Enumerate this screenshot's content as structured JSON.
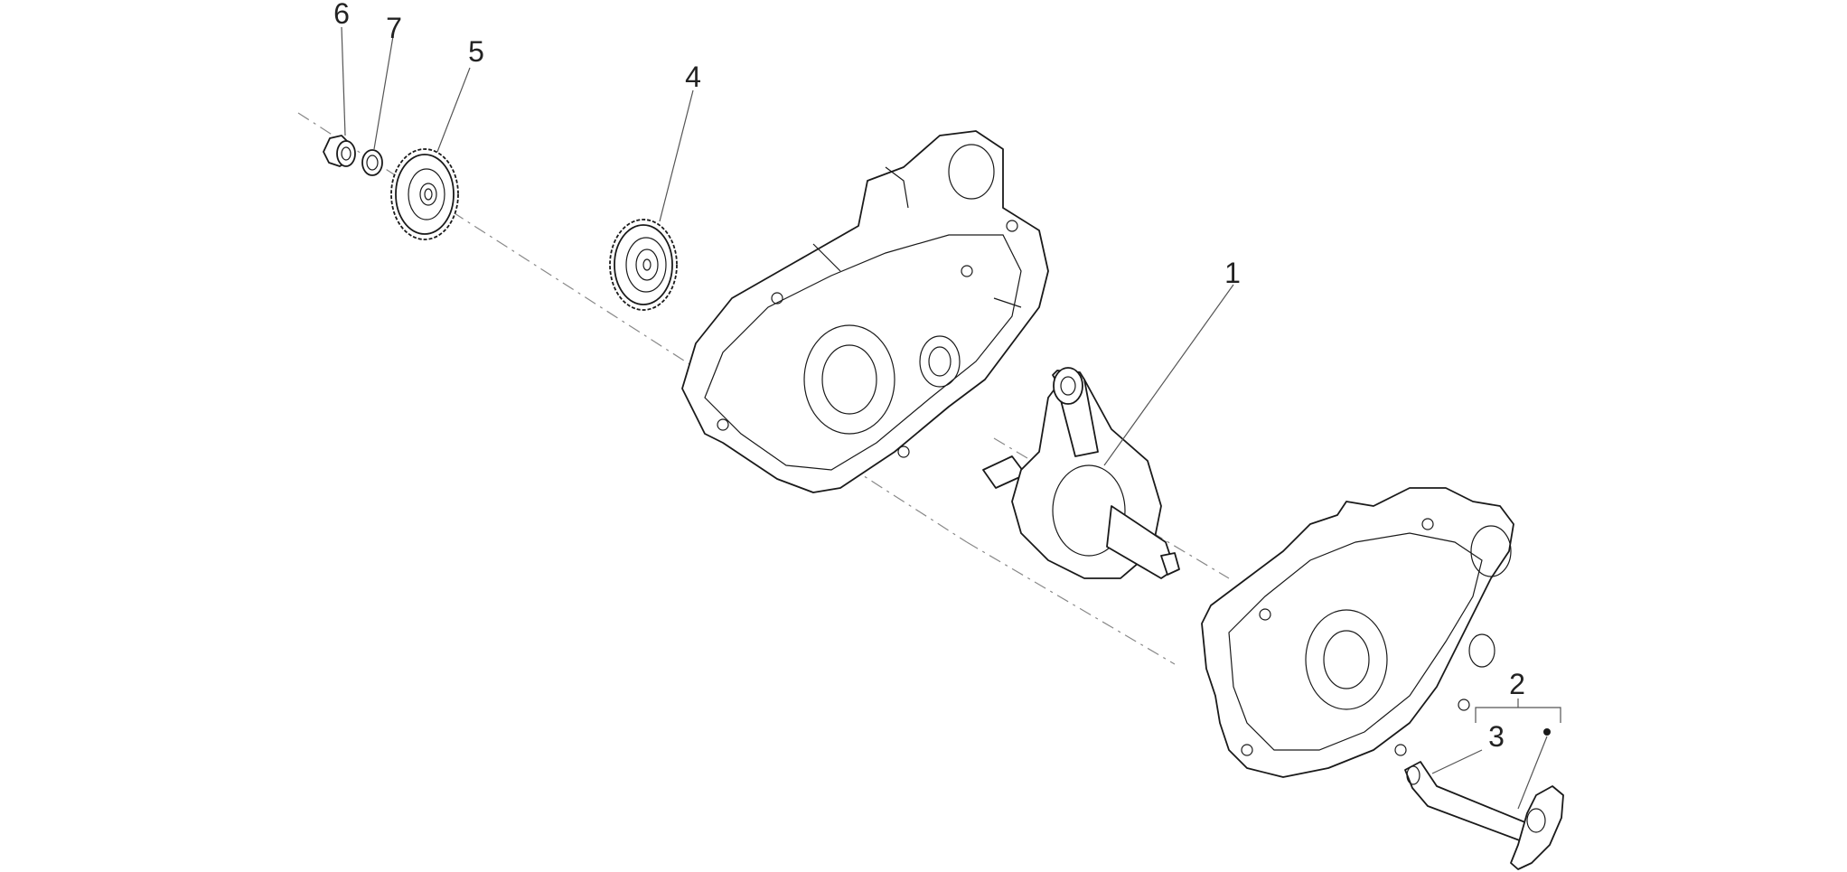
{
  "diagram": {
    "callouts": [
      {
        "id": "1",
        "label": "1"
      },
      {
        "id": "2",
        "label": "2"
      },
      {
        "id": "3",
        "label": "3"
      },
      {
        "id": "4",
        "label": "4"
      },
      {
        "id": "5",
        "label": "5"
      },
      {
        "id": "6",
        "label": "6"
      },
      {
        "id": "7",
        "label": "7"
      }
    ],
    "colors": {
      "line": "#1a1a1a",
      "leader": "#555555",
      "background": "#ffffff"
    }
  }
}
